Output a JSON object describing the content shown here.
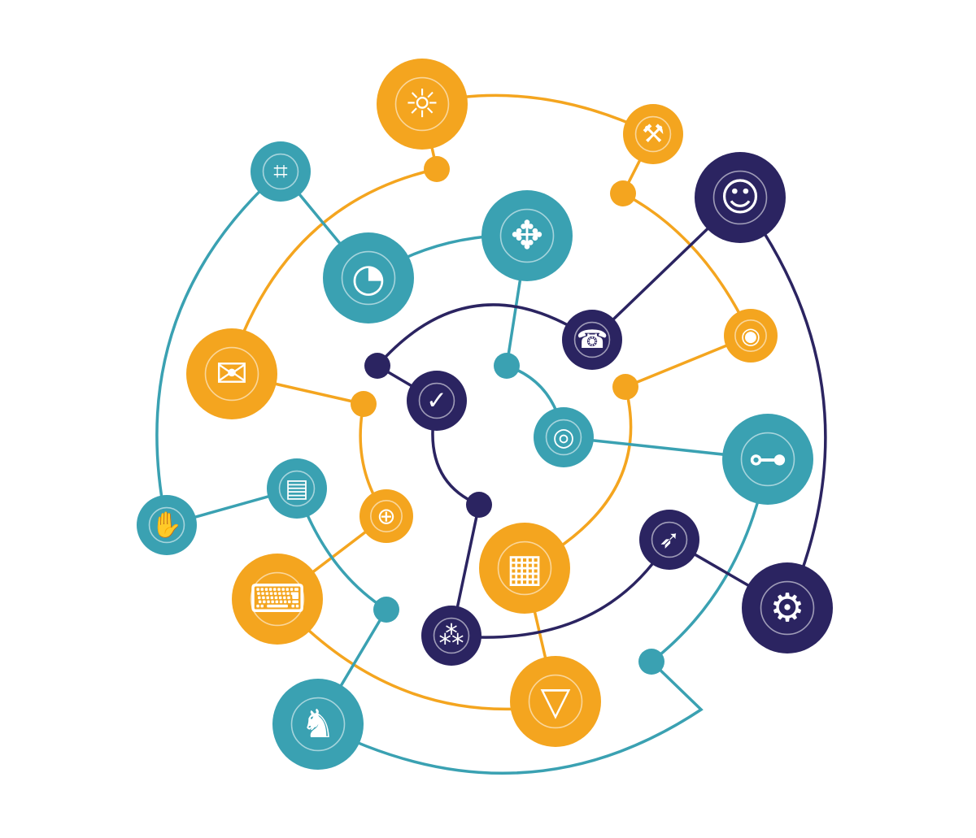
{
  "colors": {
    "orange": "#F4A51F",
    "teal": "#3AA1B2",
    "navy": "#2B2461"
  },
  "nodes": [
    {
      "icon": "lightbulb-cycle-icon",
      "color": "orange"
    },
    {
      "icon": "wrench-screwdriver-icon",
      "color": "orange"
    },
    {
      "icon": "dot",
      "color": "orange"
    },
    {
      "icon": "dot",
      "color": "orange"
    },
    {
      "icon": "dialogue-heads-icon",
      "color": "navy"
    },
    {
      "icon": "presentation-chart-icon",
      "color": "teal"
    },
    {
      "icon": "expand-arrows-icon",
      "color": "teal"
    },
    {
      "icon": "pie-chart-icon",
      "color": "teal"
    },
    {
      "icon": "support-agent-icon",
      "color": "navy"
    },
    {
      "icon": "eye-gear-icon",
      "color": "orange"
    },
    {
      "icon": "envelope-document-icon",
      "color": "orange"
    },
    {
      "icon": "dot",
      "color": "navy"
    },
    {
      "icon": "padlock-check-icon",
      "color": "navy"
    },
    {
      "icon": "dot",
      "color": "teal"
    },
    {
      "icon": "dot",
      "color": "orange"
    },
    {
      "icon": "dot",
      "color": "orange"
    },
    {
      "icon": "target-arrow-icon",
      "color": "teal"
    },
    {
      "icon": "hierarchy-icon",
      "color": "teal"
    },
    {
      "icon": "id-card-icon",
      "color": "teal"
    },
    {
      "icon": "handshake-icon",
      "color": "teal"
    },
    {
      "icon": "globe-arrows-icon",
      "color": "orange"
    },
    {
      "icon": "dot",
      "color": "navy"
    },
    {
      "icon": "puzzle-icon",
      "color": "orange"
    },
    {
      "icon": "rocket-icon",
      "color": "navy"
    },
    {
      "icon": "gear-cube-icon",
      "color": "navy"
    },
    {
      "icon": "laptop-growth-icon",
      "color": "orange"
    },
    {
      "icon": "dot",
      "color": "teal"
    },
    {
      "icon": "network-icon",
      "color": "navy"
    },
    {
      "icon": "dot",
      "color": "teal"
    },
    {
      "icon": "funnel-icon",
      "color": "orange"
    },
    {
      "icon": "chess-pieces-icon",
      "color": "teal"
    }
  ]
}
